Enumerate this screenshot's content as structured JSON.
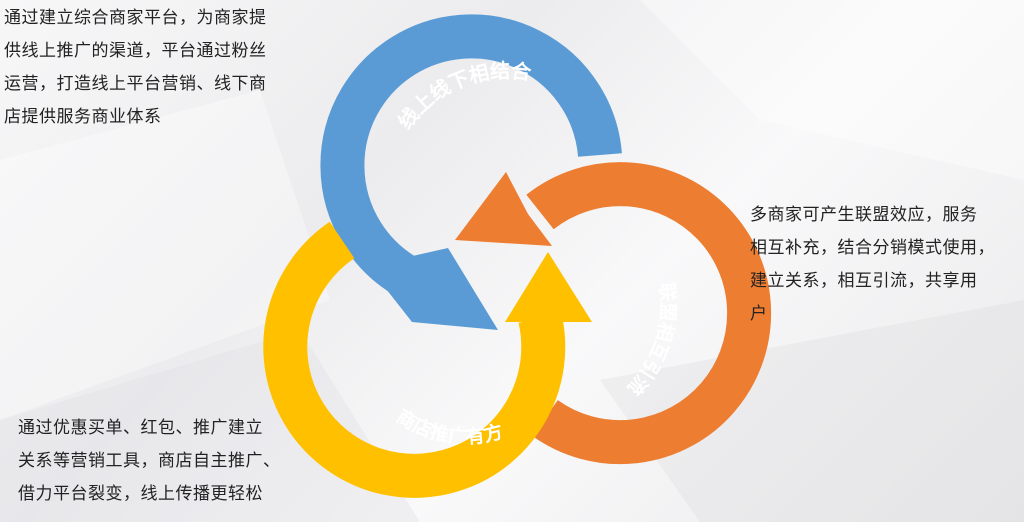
{
  "colors": {
    "blue": "#5b9bd5",
    "orange": "#ed7d31",
    "yellow": "#ffc000",
    "text": "#222222"
  },
  "cycle": {
    "blue_label": "线上线下相结合",
    "orange_label": "联盟相互引流",
    "yellow_label": "商店推广有方"
  },
  "text_top_left": [
    "通过建立综合商家平台，为商家提",
    "供线上推广的渠道，平台通过粉丝",
    "运营，打造线上平台营销、线下商",
    "店提供服务商业体系"
  ],
  "text_right": [
    "多商家可产生联盟效应，服务",
    "相互补充，结合分销模式使用，",
    "建立关系，相互引流，共享用",
    "户"
  ],
  "text_bottom_left": [
    "通过优惠买单、红包、推广建立",
    "关系等营销工具，商店自主推广、",
    "借力平台裂变，线上传播更轻松"
  ]
}
